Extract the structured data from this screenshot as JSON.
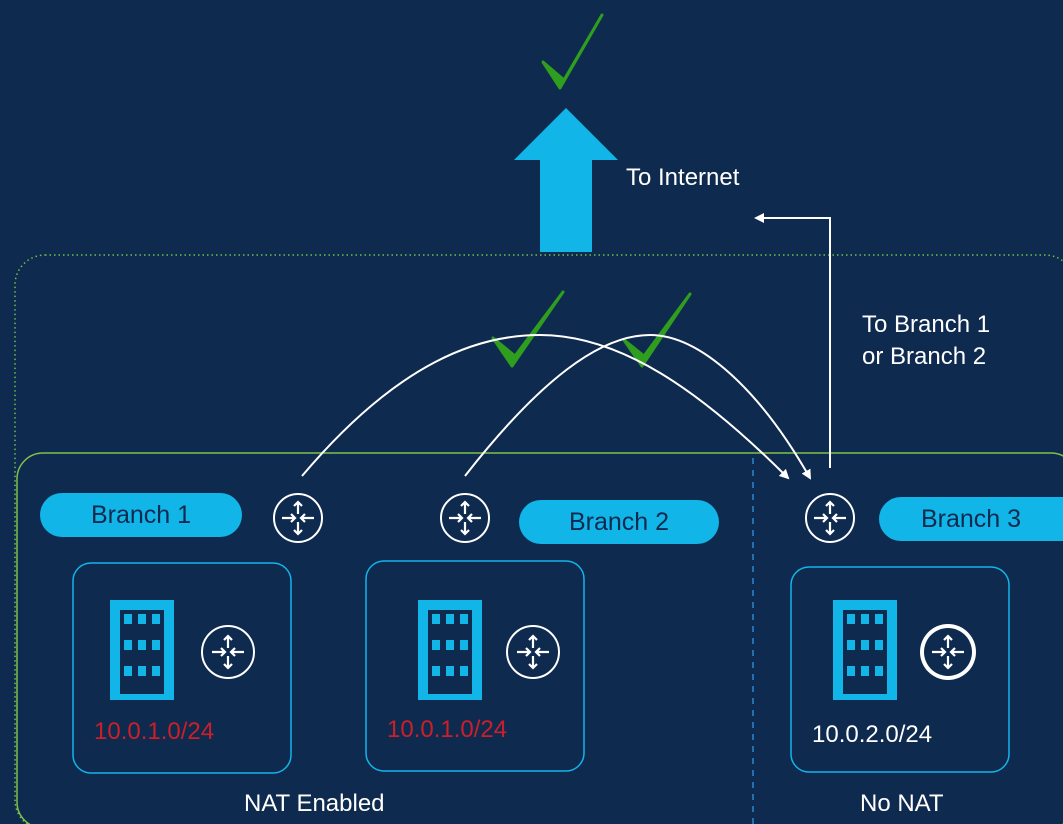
{
  "colors": {
    "background": "#0f2a4f",
    "accent": "#12b5e8",
    "check": "#2f9e1e",
    "nat_subnet": "#cc1f2a",
    "plain_text": "#ffffff",
    "nat_border": "#7fc24a"
  },
  "internet": {
    "label": "To Internet"
  },
  "return_path": {
    "label_line1": "To Branch 1",
    "label_line2": "or Branch 2"
  },
  "branches": [
    {
      "name": "Branch 1",
      "subnet": "10.0.1.0/24",
      "nat": true
    },
    {
      "name": "Branch 2",
      "subnet": "10.0.1.0/24",
      "nat": true
    },
    {
      "name": "Branch 3",
      "subnet": "10.0.2.0/24",
      "nat": false
    }
  ],
  "zones": {
    "nat_label": "NAT Enabled",
    "no_nat_label": "No NAT"
  },
  "icons": [
    "checkmark-icon",
    "up-arrow-icon",
    "router-icon",
    "building-icon"
  ]
}
